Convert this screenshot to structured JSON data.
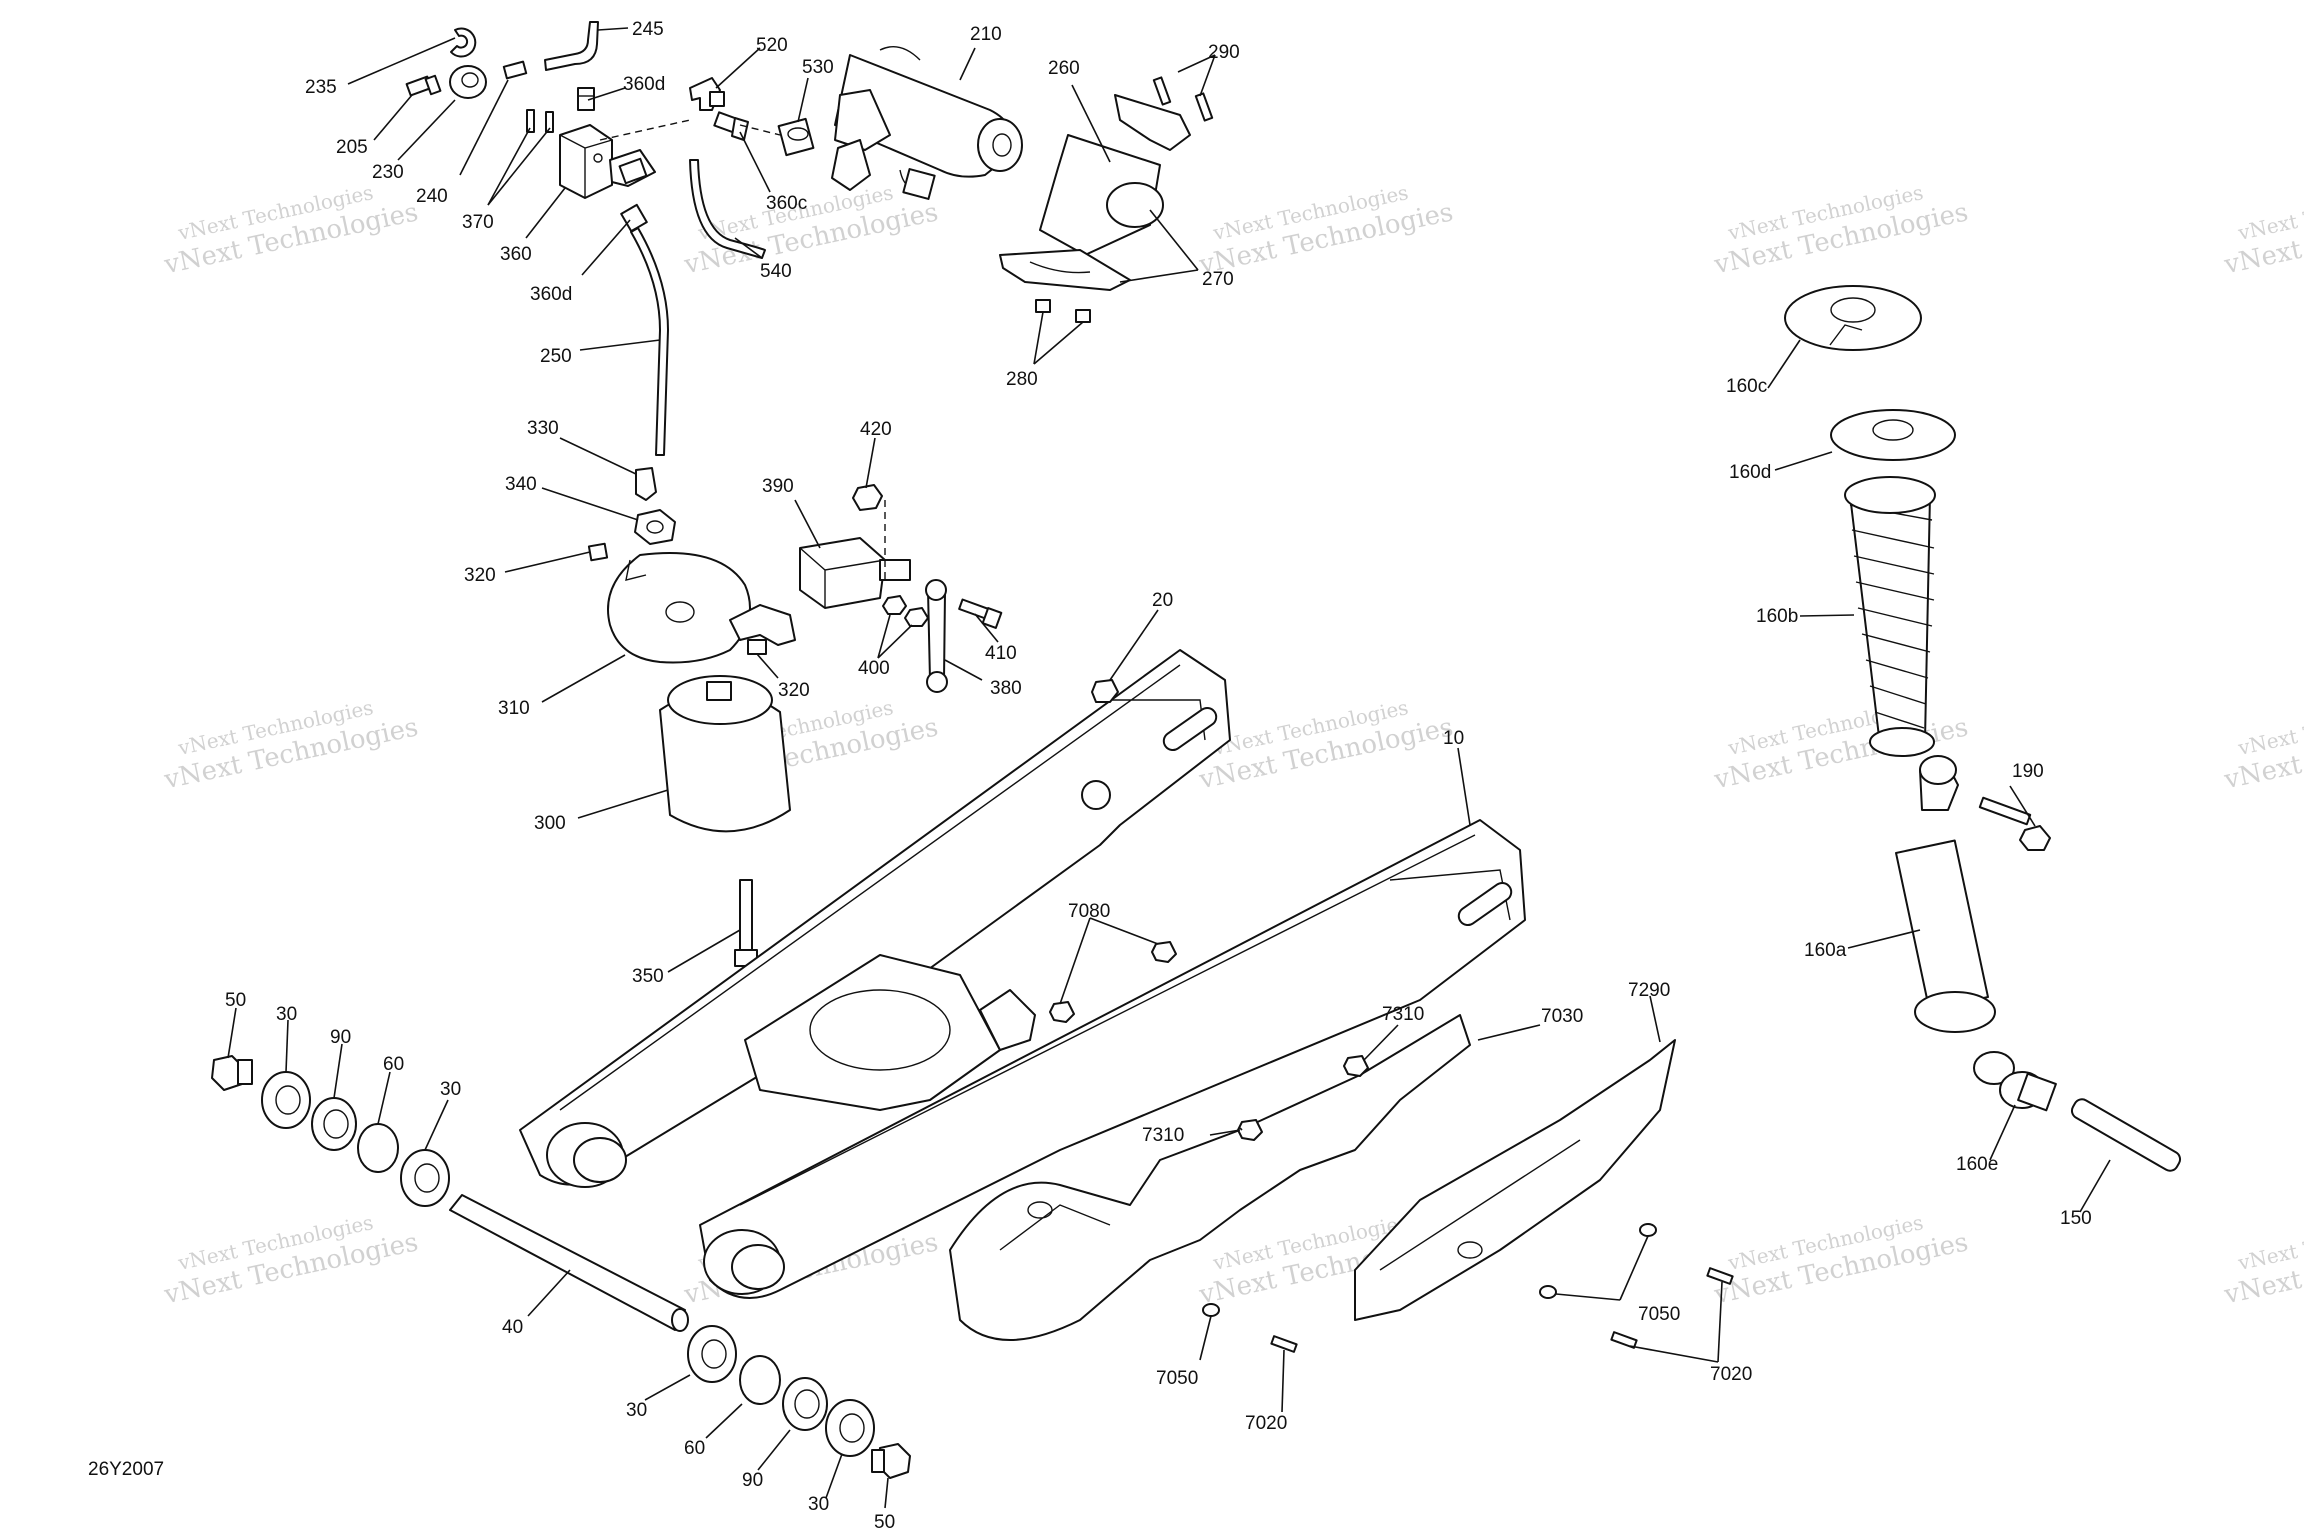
{
  "diagram_code": "26Y2007",
  "watermark": {
    "line1": "vNext Technologies",
    "line2": "vNext Technologies"
  },
  "callouts": [
    {
      "id": "c235",
      "label": "235"
    },
    {
      "id": "c245",
      "label": "245"
    },
    {
      "id": "c520",
      "label": "520"
    },
    {
      "id": "c210",
      "label": "210"
    },
    {
      "id": "c290",
      "label": "290"
    },
    {
      "id": "c260",
      "label": "260"
    },
    {
      "id": "c530",
      "label": "530"
    },
    {
      "id": "c360d_top",
      "label": "360d"
    },
    {
      "id": "c205",
      "label": "205"
    },
    {
      "id": "c230",
      "label": "230"
    },
    {
      "id": "c240",
      "label": "240"
    },
    {
      "id": "c370",
      "label": "370"
    },
    {
      "id": "c360",
      "label": "360"
    },
    {
      "id": "c360c",
      "label": "360c"
    },
    {
      "id": "c540",
      "label": "540"
    },
    {
      "id": "c360d_bot",
      "label": "360d"
    },
    {
      "id": "c270",
      "label": "270"
    },
    {
      "id": "c280",
      "label": "280"
    },
    {
      "id": "c250",
      "label": "250"
    },
    {
      "id": "c160c",
      "label": "160c"
    },
    {
      "id": "c160d",
      "label": "160d"
    },
    {
      "id": "c330",
      "label": "330"
    },
    {
      "id": "c420",
      "label": "420"
    },
    {
      "id": "c340",
      "label": "340"
    },
    {
      "id": "c390",
      "label": "390"
    },
    {
      "id": "c320_a",
      "label": "320"
    },
    {
      "id": "c160b",
      "label": "160b"
    },
    {
      "id": "c20",
      "label": "20"
    },
    {
      "id": "c410",
      "label": "410"
    },
    {
      "id": "c400",
      "label": "400"
    },
    {
      "id": "c380",
      "label": "380"
    },
    {
      "id": "c320_b",
      "label": "320"
    },
    {
      "id": "c310",
      "label": "310"
    },
    {
      "id": "c10",
      "label": "10"
    },
    {
      "id": "c190",
      "label": "190"
    },
    {
      "id": "c300",
      "label": "300"
    },
    {
      "id": "c160a",
      "label": "160a"
    },
    {
      "id": "c7080",
      "label": "7080"
    },
    {
      "id": "c350",
      "label": "350"
    },
    {
      "id": "c7290",
      "label": "7290"
    },
    {
      "id": "c50_top",
      "label": "50"
    },
    {
      "id": "c30_a",
      "label": "30"
    },
    {
      "id": "c90_a",
      "label": "90"
    },
    {
      "id": "c7310_a",
      "label": "7310"
    },
    {
      "id": "c7030",
      "label": "7030"
    },
    {
      "id": "c60_a",
      "label": "60"
    },
    {
      "id": "c30_b",
      "label": "30"
    },
    {
      "id": "c7310_b",
      "label": "7310"
    },
    {
      "id": "c160e",
      "label": "160e"
    },
    {
      "id": "c150",
      "label": "150"
    },
    {
      "id": "c40",
      "label": "40"
    },
    {
      "id": "c7050_a",
      "label": "7050"
    },
    {
      "id": "c7050_b",
      "label": "7050"
    },
    {
      "id": "c7020_a",
      "label": "7020"
    },
    {
      "id": "c7020_b",
      "label": "7020"
    },
    {
      "id": "c30_c",
      "label": "30"
    },
    {
      "id": "c60_b",
      "label": "60"
    },
    {
      "id": "c90_b",
      "label": "90"
    },
    {
      "id": "c30_d",
      "label": "30"
    },
    {
      "id": "c50_bot",
      "label": "50"
    }
  ]
}
